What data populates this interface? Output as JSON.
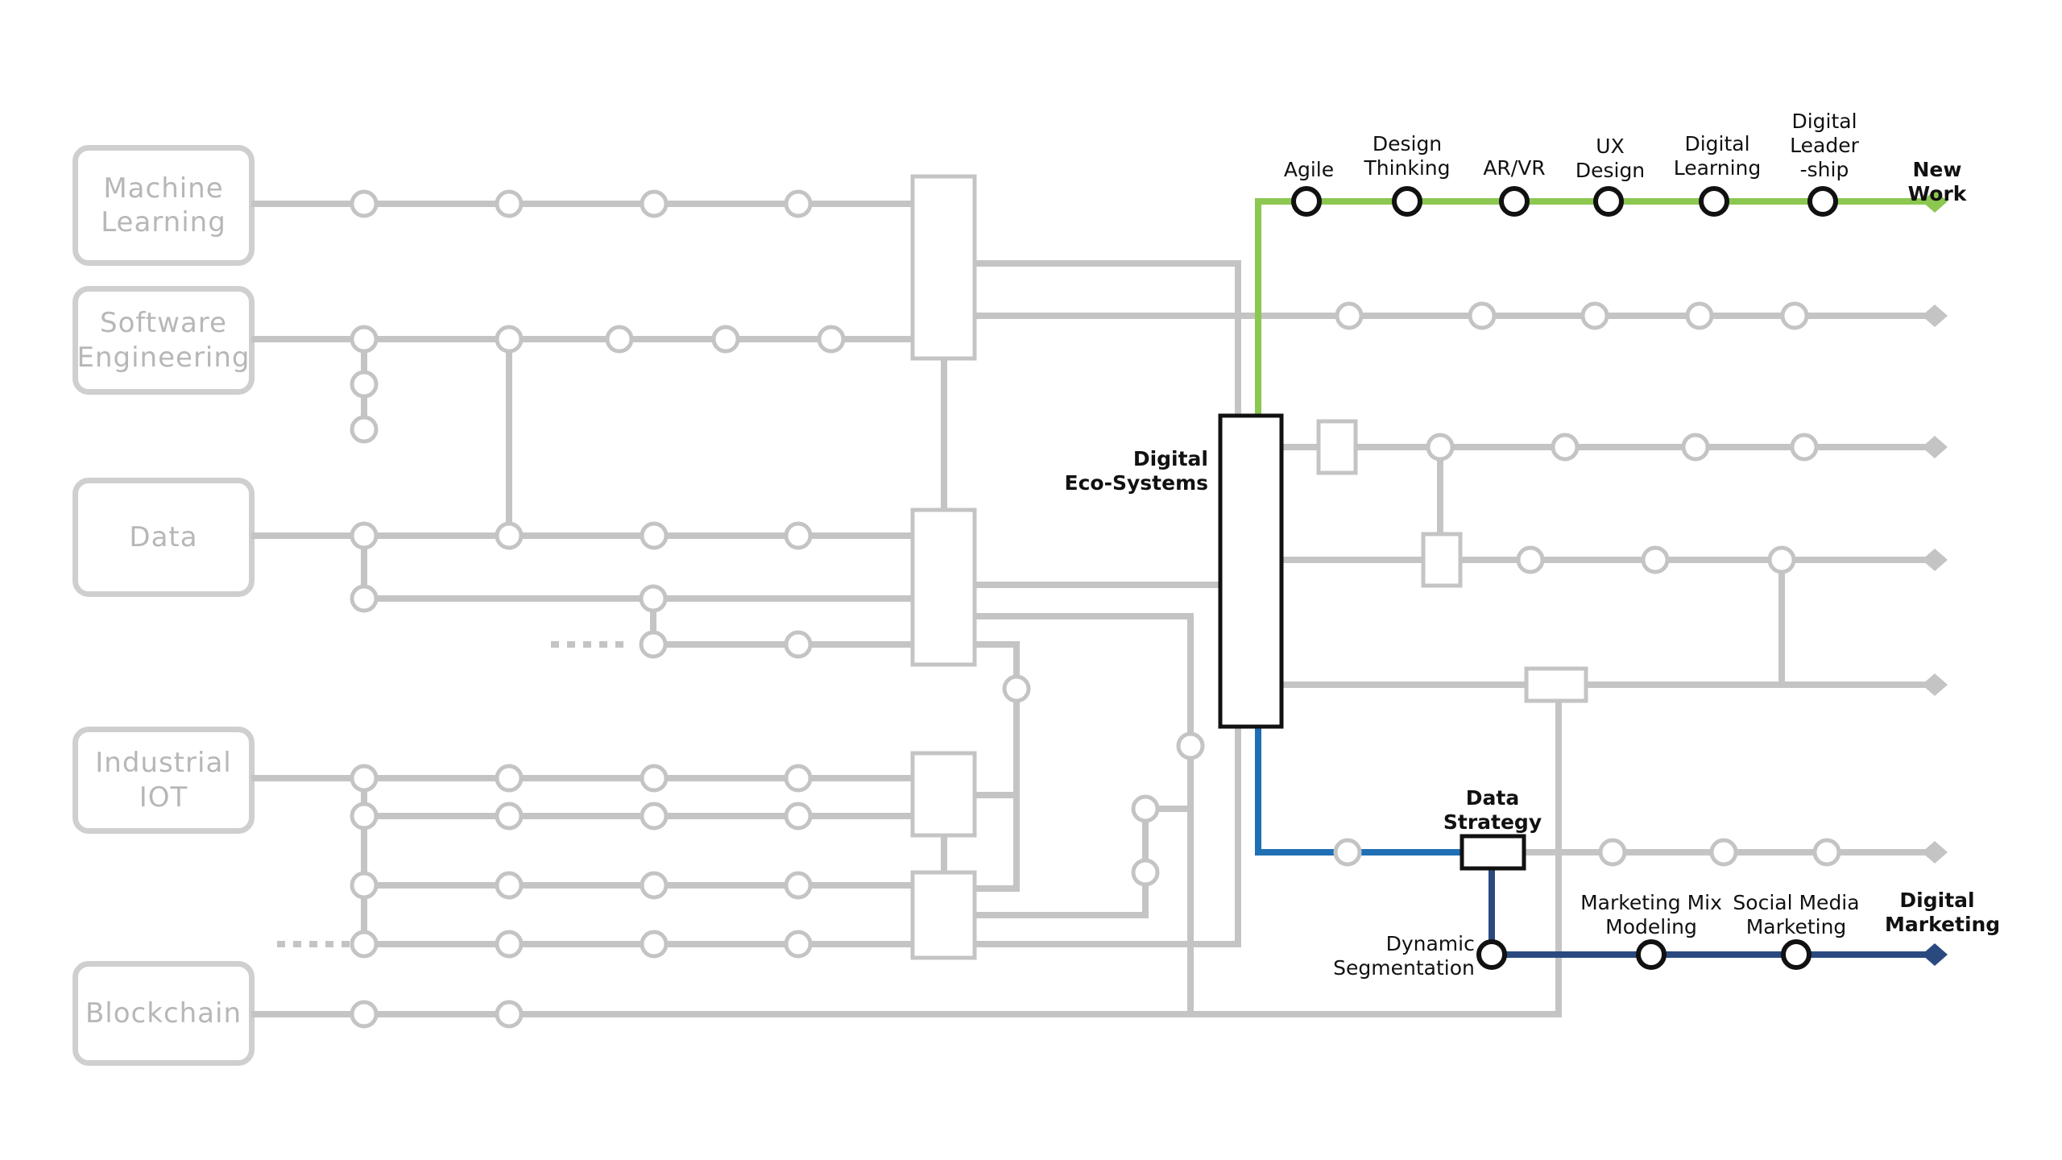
{
  "sources": [
    {
      "id": "ml",
      "label": "Machine\nLearning"
    },
    {
      "id": "se",
      "label": "Software\nEngineering"
    },
    {
      "id": "data",
      "label": "Data"
    },
    {
      "id": "iot",
      "label": "Industrial\nIOT"
    },
    {
      "id": "bc",
      "label": "Blockchain"
    }
  ],
  "hub": {
    "label": "Digital\nEco-Systems"
  },
  "green_line": {
    "color": "#8cc751",
    "destination": "New Work",
    "stops": [
      "Agile",
      "Design\nThinking",
      "AR/VR",
      "UX\nDesign",
      "Digital\nLearning",
      "Digital\nLeader\n-ship"
    ]
  },
  "blue_line": {
    "color": "#1f6fb5",
    "junction": "Data\nStrategy"
  },
  "navy_line": {
    "color": "#2a4a7f",
    "destination": "Digital\nMarketing",
    "stops": [
      "Dynamic\nSegmentation",
      "Marketing Mix\nModeling",
      "Social Media\nMarketing"
    ]
  },
  "colors": {
    "grey": "#c4c4c4",
    "green": "#8cc751",
    "blue": "#1f6fb5",
    "navy": "#2a4a7f",
    "black": "#111111"
  }
}
